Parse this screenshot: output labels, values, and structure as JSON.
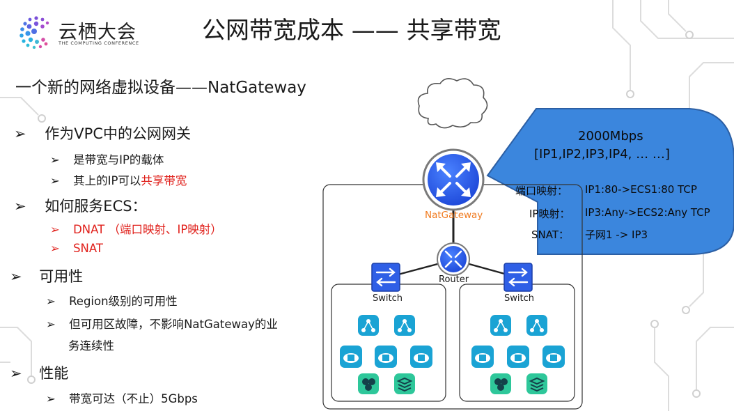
{
  "header": {
    "logo_text": "云栖大会",
    "logo_sub": "THE COMPUTING CONFERENCE",
    "title": "公网带宽成本 —— 共享带宽"
  },
  "subtitle": "一个新的网络虚拟设备——NatGateway",
  "bullets": {
    "vpc_gateway": "作为VPC中的公网网关",
    "carrier": "是带宽与IP的载体",
    "shared_prefix": "其上的IP可以",
    "shared_highlight": "共享带宽",
    "serve_ecs": "如何服务ECS：",
    "dnat": "DNAT （端口映射、IP映射）",
    "snat": "SNAT",
    "availability": "可用性",
    "region": "Region级别的可用性",
    "zone_fail_1": "但可用区故障，不影响NatGateway的业",
    "zone_fail_2": "务连续性",
    "performance": "性能",
    "bandwidth": "带宽可达（不止）5Gbps",
    "arrow": "➢"
  },
  "diagram": {
    "natgateway_label": "NatGateway",
    "router_label": "Router",
    "switch_left_label": "Switch",
    "switch_right_label": "Switch",
    "callout": {
      "bandwidth": "2000Mbps",
      "ip_list": "[IP1,IP2,IP3,IP4, … …]",
      "port_map_label": "端口映射：",
      "port_map_value": "IP1:80->ECS1:80 TCP",
      "ip_map_label": "IP映射：",
      "ip_map_value": "IP3:Any->ECS2:Any TCP",
      "snat_label": "SNAT：",
      "snat_value": "子网1 -> IP3"
    }
  },
  "colors": {
    "red": "#e0201b",
    "callout_fill": "#3b86dd",
    "router_blue": "#2f5fe6",
    "natgw_label": "#f07a1e",
    "teal": "#1aa3d4",
    "green": "#2ec79a"
  }
}
